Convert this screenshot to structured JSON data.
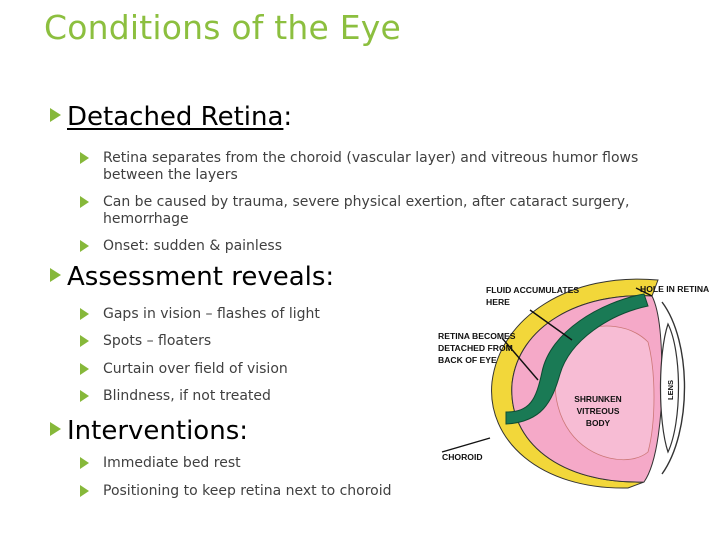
{
  "slide": {
    "title": "Conditions of the Eye",
    "sections": [
      {
        "heading": "Detached Retina",
        "heading_suffix": ":",
        "items": [
          "Retina separates from the choroid (vascular layer) and vitreous humor flows between the layers",
          "Can be caused by trauma, severe physical exertion, after cataract surgery, hemorrhage",
          "Onset: sudden & painless"
        ]
      },
      {
        "heading": "Assessment reveals:",
        "items": [
          "Gaps in vision – flashes of light",
          "Spots – floaters",
          "Curtain over field of vision",
          "Blindness, if not treated"
        ]
      },
      {
        "heading": "Interventions:",
        "items": [
          "Immediate bed rest",
          "Positioning to keep retina next to choroid"
        ]
      }
    ]
  },
  "diagram": {
    "labels": {
      "fluid_line1": "FLUID ACCUMULATES",
      "fluid_line2": "HERE",
      "hole": "HOLE IN RETINA",
      "retina_line1": "RETINA BECOMES",
      "retina_line2": "DETACHED FROM",
      "retina_line3": "BACK OF EYE",
      "shrunken_line1": "SHRUNKEN",
      "shrunken_line2": "VITREOUS",
      "shrunken_line3": "BODY",
      "lens": "LENS",
      "choroid": "CHOROID"
    },
    "colors": {
      "vitreous": "#f5a9c8",
      "sclera": "#f2d73a",
      "retina": "#1a7a55",
      "bullet": "#86b83a",
      "title": "#8cbf3f"
    }
  }
}
